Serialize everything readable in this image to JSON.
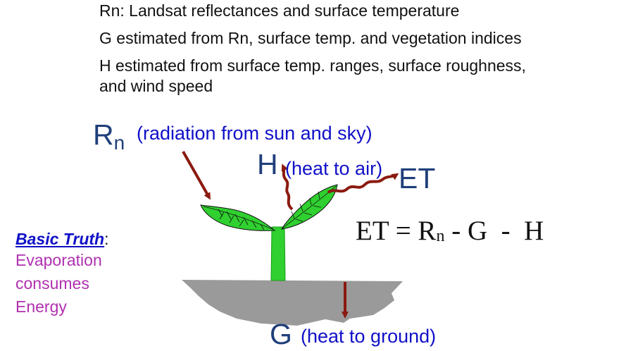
{
  "bullets": [
    "Rn: Landsat reflectances and surface temperature",
    "G estimated from Rn, surface temp. and vegetation indices",
    "H estimated from surface temp. ranges, surface roughness, and wind speed"
  ],
  "diagram": {
    "rn": {
      "symbol": "R",
      "subscript": "n",
      "description": "(radiation from sun and sky)"
    },
    "h": {
      "symbol": "H",
      "description": "(heat to air)"
    },
    "et": {
      "symbol": "ET"
    },
    "g": {
      "symbol": "G",
      "description": "(heat to ground)"
    },
    "equation": {
      "left": "ET = R",
      "subscript": "n",
      "right": " - G  -  H"
    }
  },
  "basic_truth": {
    "heading": "Basic Truth",
    "colon": ":",
    "lines": [
      "Evaporation",
      "consumes",
      "Energy"
    ]
  },
  "colors": {
    "arrow": "#8b1a10",
    "leaf": "#2fd02f",
    "ground": "#9a9a9a",
    "blue_text": "#1010c8",
    "symbol_text": "#1f3f7a",
    "purple_text": "#b030b0"
  }
}
